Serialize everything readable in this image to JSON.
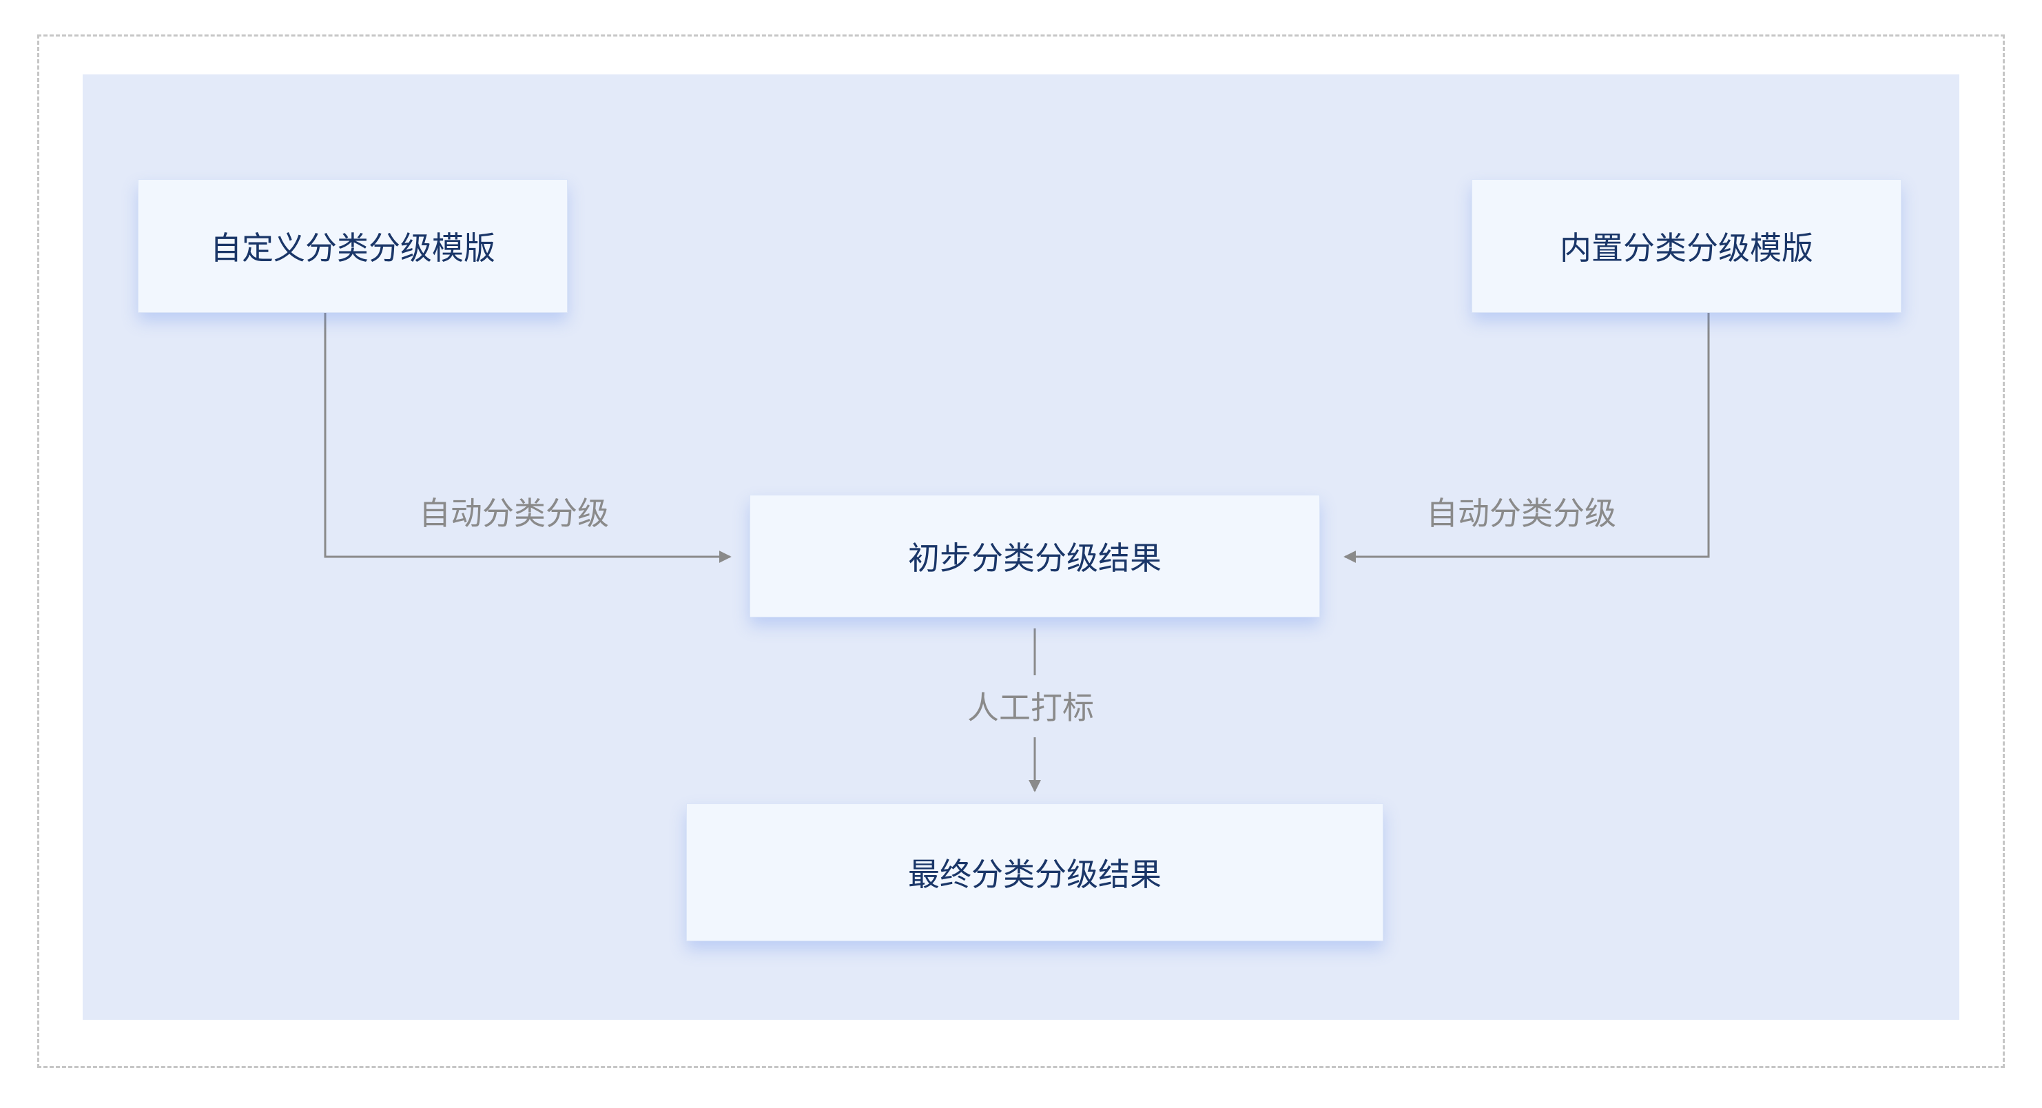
{
  "diagram": {
    "nodes": {
      "custom_template": "自定义分类分级模版",
      "builtin_template": "内置分类分级模版",
      "preliminary_result": "初步分类分级结果",
      "final_result": "最终分类分级结果"
    },
    "edges": {
      "left_auto": "自动分类分级",
      "right_auto": "自动分类分级",
      "manual_label": "人工打标"
    }
  },
  "colors": {
    "canvas_bg": "#e3eaf9",
    "node_bg": "#f2f7fe",
    "node_text": "#1a3668",
    "edge_line": "#8a8a8a",
    "edge_text": "#8a8a8a",
    "frame_border": "#c6c6c6"
  }
}
